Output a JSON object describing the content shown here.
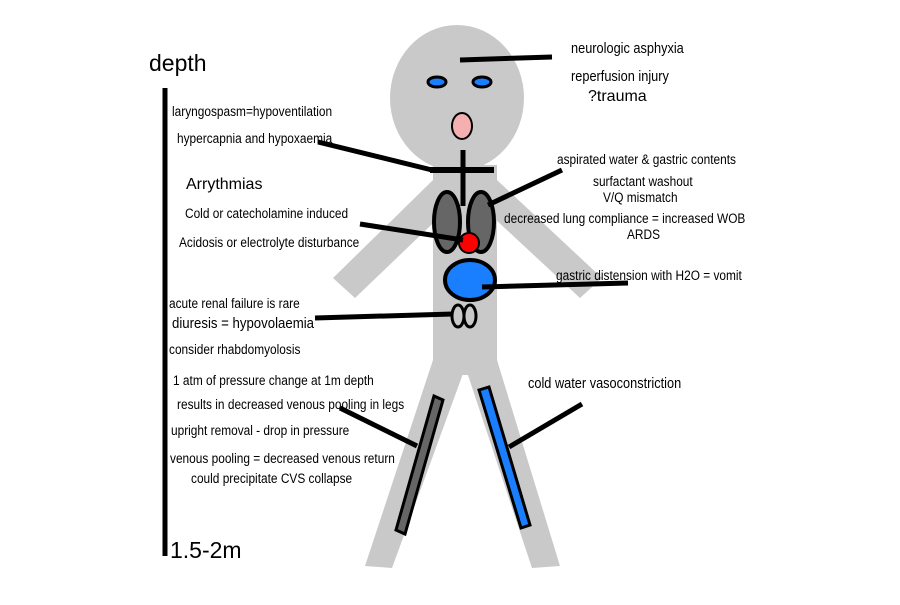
{
  "scale": {
    "top_label": "depth",
    "bottom_label": "1.5-2m"
  },
  "annotations": {
    "head": [
      "neurologic asphyxia",
      "reperfusion injury",
      "?trauma"
    ],
    "airway": [
      "laryngospasm=hypoventilation",
      "hypercapnia and hypoxaemia"
    ],
    "heart": [
      "Arrythmias",
      "Cold or catecholamine induced",
      "Acidosis or electrolyte disturbance"
    ],
    "lungs": [
      "aspirated water & gastric contents",
      "surfactant washout",
      "V/Q mismatch",
      "decreased lung compliance = increased WOB",
      "ARDS"
    ],
    "stomach": [
      "gastric distension with H2O = vomit"
    ],
    "kidneys": [
      "acute renal failure is rare",
      "diuresis = hypovolaemia",
      "consider rhabdomyolosis"
    ],
    "circulation": [
      "1 atm of pressure change at 1m depth",
      "results in decreased venous pooling in legs",
      "upright removal - drop in pressure",
      "venous pooling = decreased venous return",
      "could precipitate CVS collapse"
    ],
    "vessels": [
      "cold water vasoconstriction"
    ]
  },
  "colors": {
    "body": "#c9c9c9",
    "lungs": "#666666",
    "heart": "#ff0000",
    "stomach": "#1a7fff",
    "eyes": "#1a7fff",
    "mouth": "#f4b0b0",
    "outline": "#000000"
  }
}
